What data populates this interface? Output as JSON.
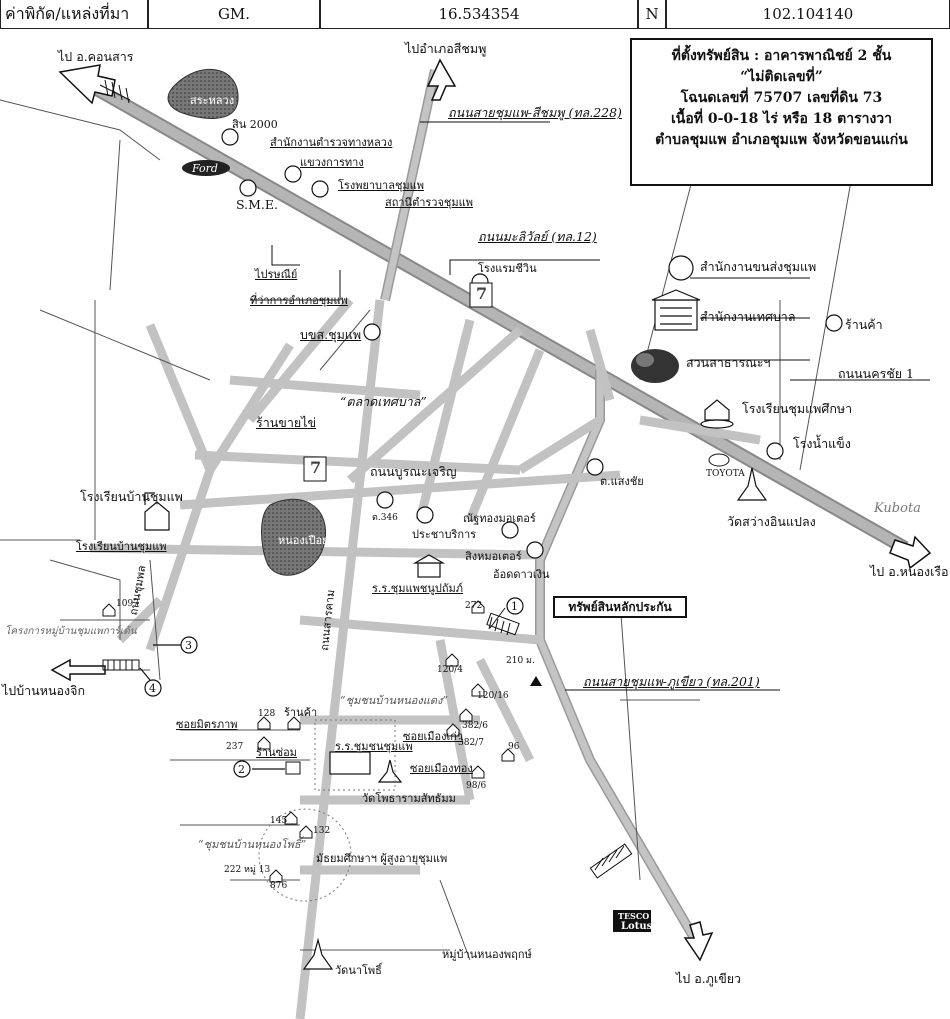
{
  "header": {
    "label": "ค่าพิกัด/แหล่งที่มา",
    "source": "GM.",
    "latitude": "16.534354",
    "hemisphere": "N",
    "longitude": "102.104140"
  },
  "info_box": {
    "line1": "ที่ตั้งทรัพย์สิน : อาคารพาณิชย์ 2 ชั้น",
    "line2": "“ไม่ติดเลขที่”",
    "line3": "โฉนดเลขที่ 75707 เลขที่ดิน 73",
    "line4": "เนื้อที่ 0-0-18 ไร่ หรือ  18  ตารางวา",
    "line5": "ตำบลชุมแพ อำเภอชุมแพ จังหวัดขอนแก่น"
  },
  "asset_box": "ทรัพย์สินหลักประกัน",
  "directions": {
    "to_khon_san": "ไป อ.คอนสาร",
    "to_si_chomphu": "ไปอำเภอสีชมพู",
    "to_nong_ruea": "ไป อ.หนองเรือ",
    "to_phu_khiao": "ไป อ.ภูเขียว",
    "to_ban_nong_chik": "ไปบ้านหนองจิก"
  },
  "roads": {
    "r228": "ถนนสายชุมแพ-สีชมพู (ทล.228)",
    "r12": "ถนนมะลิวัลย์ (ทล.12)",
    "r201": "ถนนสายชุมแพ-ภูเขียว (ทล.201)",
    "burana": "ถนนบูรณะเจริญ",
    "nakhon_chai": "ถนนนครชัย 1",
    "sarakham": "ถนนสารคาม",
    "chumphon": "ถนนชุมพล",
    "soi_mittraphap": "ซอยมิตรภาพ",
    "soi_a": "ซอยเมืองเก่า",
    "soi_b": "ซอยเมืองทอง"
  },
  "places": {
    "sra_nong": "สระหลวง",
    "sin2000": "สิน 2000",
    "highway_police": "สำนักงานตำรวจทางหลวง",
    "highway_district": "แขวงการทาง",
    "hospital": "โรงพยาบาลชุมแพ",
    "police": "สถานีตำรวจชุมแพ",
    "sme": "S.M.E.",
    "post": "ไปรษณีย์",
    "district_office": "ที่ว่าการอำเภอชุมแพ",
    "hotel": "โรงแรมชีวิน",
    "bks": "บขส.ชุมแพ",
    "market": "“ตลาดเทศบาล”",
    "egg_shop": "ร้านขายไข่",
    "transport_office": "สำนักงานขนส่งชุมแพ",
    "municipality": "สำนักงานเทศบาล",
    "shop_ne": "ร้านค้า",
    "park": "สวนสาธารณะฯ",
    "chumphae_suksa": "โรงเรียนชุมแพศึกษา",
    "ice_factory": "โรงน้ำแข็ง",
    "toyota": "TOYOTA",
    "kubota": "Kubota",
    "wat_sawang": "วัดสว่างอินแปลง",
    "tokaeng": "ต.แสงชัย",
    "school_ban_chumphae": "โรงเรียนบ้านชุมแพ",
    "school_ban_chumphae2": "โรงเรียนบ้านชุมแพ",
    "nong_pueai": "หนองเปือย",
    "t346": "ต.346",
    "prachabborikan": "ประชาบริการ",
    "nathong_motor": "ณัฐทองมอเตอร์",
    "singmotor": "สิงหมอเตอร์",
    "saeng_dao_ngoen": "อ้อดดาวเงิน",
    "school_pracha": "ร.ร.ชุมแพชนูปถัมภ์",
    "village_project": "โครงการหมู่บ้านชุมแพการ์เด้น",
    "house_1097": "1097",
    "n272": "272",
    "dist210": "210 ม.",
    "h120_4": "120/4",
    "h120_16": "120/16",
    "h382_6": "382/6",
    "h382_7": "382/7",
    "h96": "96",
    "h98_6": "98/6",
    "community_nongdaeng": "“ชุมชนบ้านหนองแดง”",
    "h128": "128",
    "shop_w": "ร้านค้า",
    "h237": "237",
    "repair_shop": "ร้านซ่อม",
    "school_chumchon": "ร.ร.ชุมชนชุมแพ",
    "wat_photharam": "วัดโพธารามสัทธัมม",
    "h145": "145",
    "h132": "132",
    "community_nongno": "“ชุมชนบ้านหนองโพธิ์”",
    "elderly_school": "มัธยมศึกษาฯ ผู้สูงอายุชุมแพ",
    "h222": "222 หมู่ 13",
    "h876": "876",
    "wat_nongpho": "วัดนาโพธิ์",
    "village_nong_ruea": "หมู่บ้านหนองพฤกษ์",
    "tesco": "TESCO",
    "lotus": "Lotus",
    "ford": "Ford",
    "seven_eleven": "7",
    "marker1": "1",
    "marker2": "2",
    "marker3": "3",
    "marker4": "4"
  }
}
